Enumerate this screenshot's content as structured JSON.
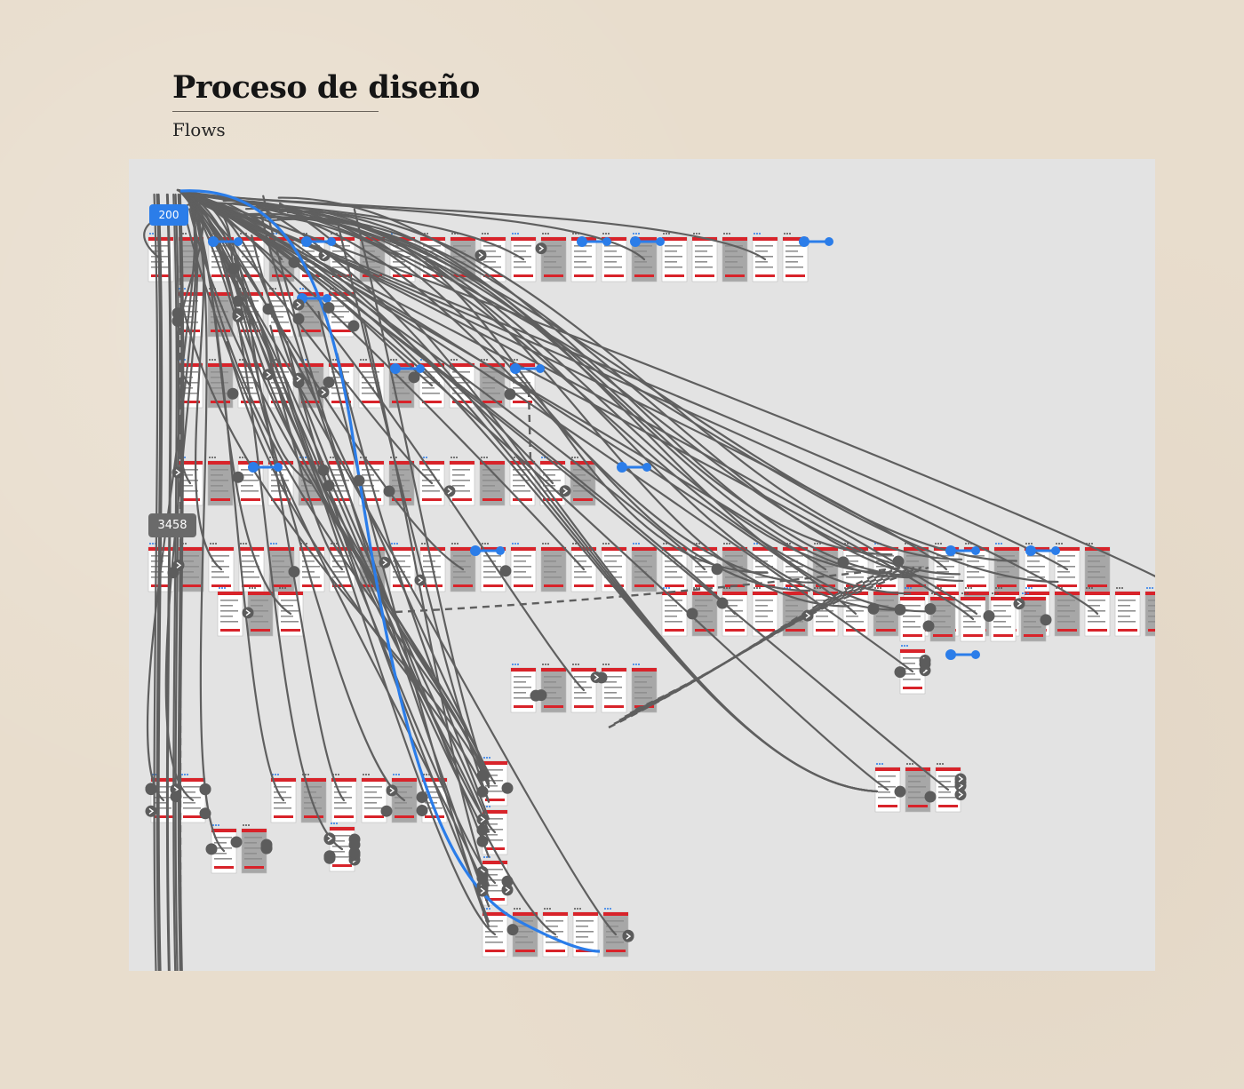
{
  "header": {
    "title": "Proceso de diseño",
    "subtitle": "Flows"
  },
  "canvas": {
    "zoom_badge": "3458",
    "blue_badge": "200"
  },
  "colors": {
    "page_bg": "#e8ddcd",
    "canvas_bg": "#e3e3e3",
    "connector": "#5f5f5f",
    "highlight": "#2b7de9",
    "screen_accent": "#d8232a"
  }
}
